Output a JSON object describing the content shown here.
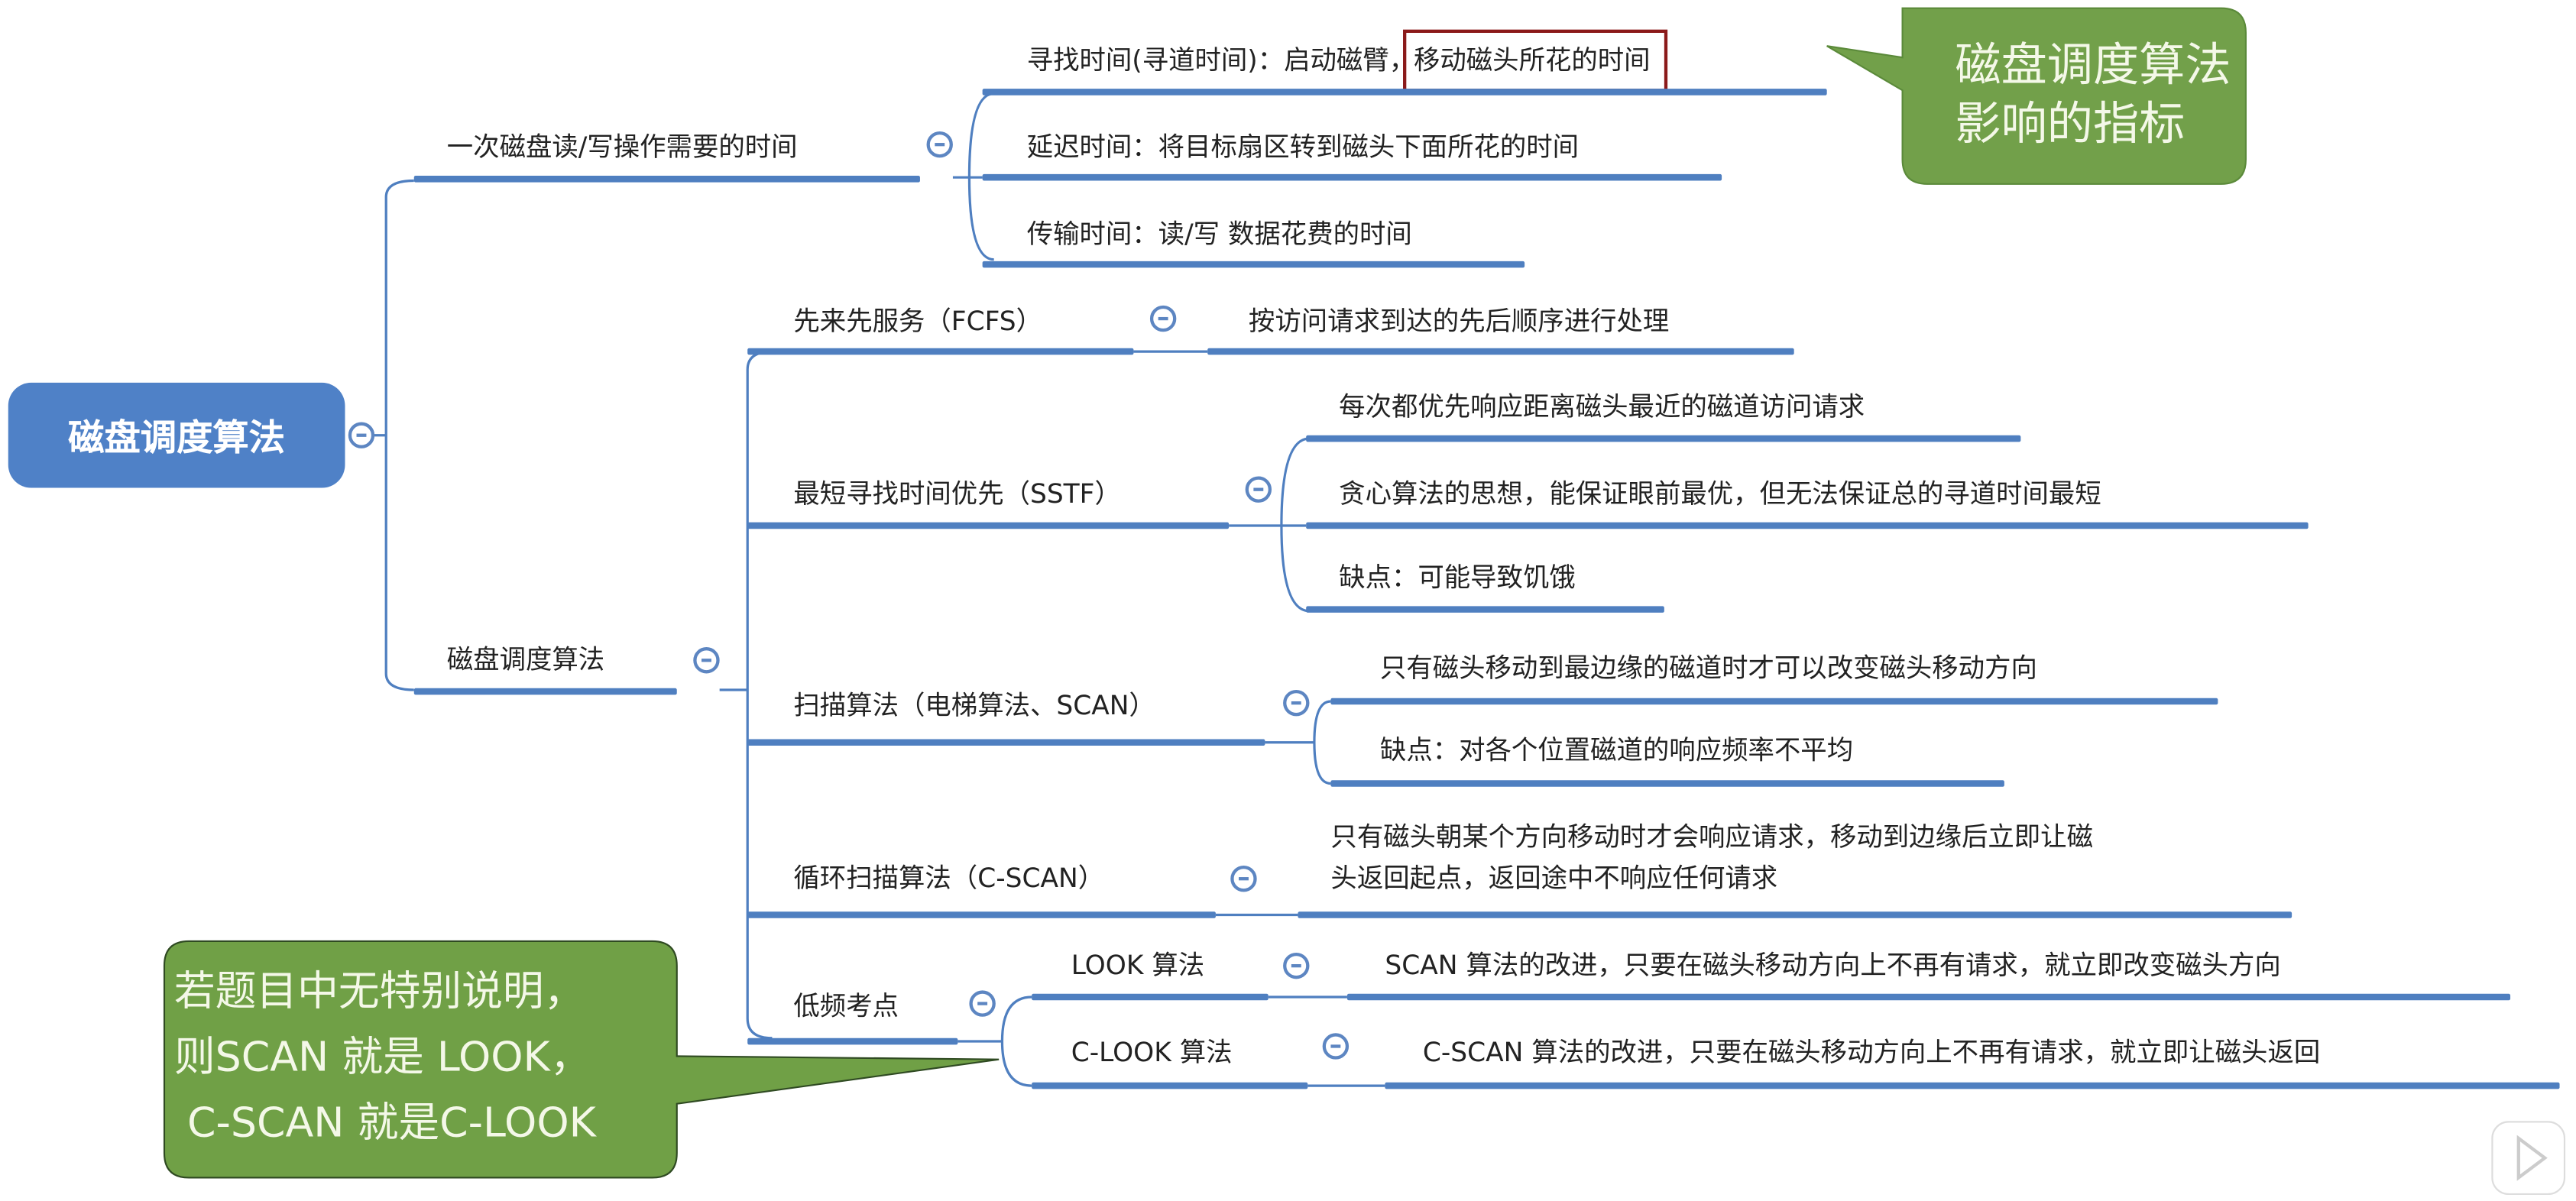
{
  "root": {
    "label": "磁盘调度算法"
  },
  "branches": {
    "time": {
      "label": "一次磁盘读/写操作需要的时间",
      "children": [
        {
          "prefix": "寻找时间(寻道时间)：启动磁臂，",
          "highlight": "移动磁头所花的时间"
        },
        {
          "label": "延迟时间：将目标扇区转到磁头下面所花的时间"
        },
        {
          "label": "传输时间：读/写 数据花费的时间"
        }
      ]
    },
    "algos": {
      "label": "磁盘调度算法",
      "fcfs": {
        "label": "先来先服务（FCFS）",
        "children": [
          "按访问请求到达的先后顺序进行处理"
        ]
      },
      "sstf": {
        "label": "最短寻找时间优先（SSTF）",
        "children": [
          "每次都优先响应距离磁头最近的磁道访问请求",
          "贪心算法的思想，能保证眼前最优，但无法保证总的寻道时间最短",
          "缺点：可能导致饥饿"
        ]
      },
      "scan": {
        "label": "扫描算法（电梯算法、SCAN）",
        "children": [
          "只有磁头移动到最边缘的磁道时才可以改变磁头移动方向",
          "缺点：对各个位置磁道的响应频率不平均"
        ]
      },
      "cscan": {
        "label": "循环扫描算法（C-SCAN）",
        "children": [
          "只有磁头朝某个方向移动时才会响应请求，移动到边缘后立即让磁",
          "头返回起点，返回途中不响应任何请求"
        ]
      },
      "low": {
        "label": "低频考点",
        "look": {
          "label": "LOOK 算法",
          "desc": "SCAN 算法的改进，只要在磁头移动方向上不再有请求，就立即改变磁头方向"
        },
        "clook": {
          "label": "C-LOOK 算法",
          "desc": "C-SCAN 算法的改进，只要在磁头移动方向上不再有请求，就立即让磁头返回"
        }
      }
    }
  },
  "callouts": {
    "metrics": [
      "磁盘调度算法",
      "影响的指标"
    ],
    "note": [
      "若题目中无特别说明，",
      "则SCAN 就是 LOOK，",
      " C-SCAN 就是C-LOOK"
    ]
  },
  "colors": {
    "node": "#4f81c7",
    "callout": "#70a046",
    "highlight_border": "#8b1a1a"
  }
}
